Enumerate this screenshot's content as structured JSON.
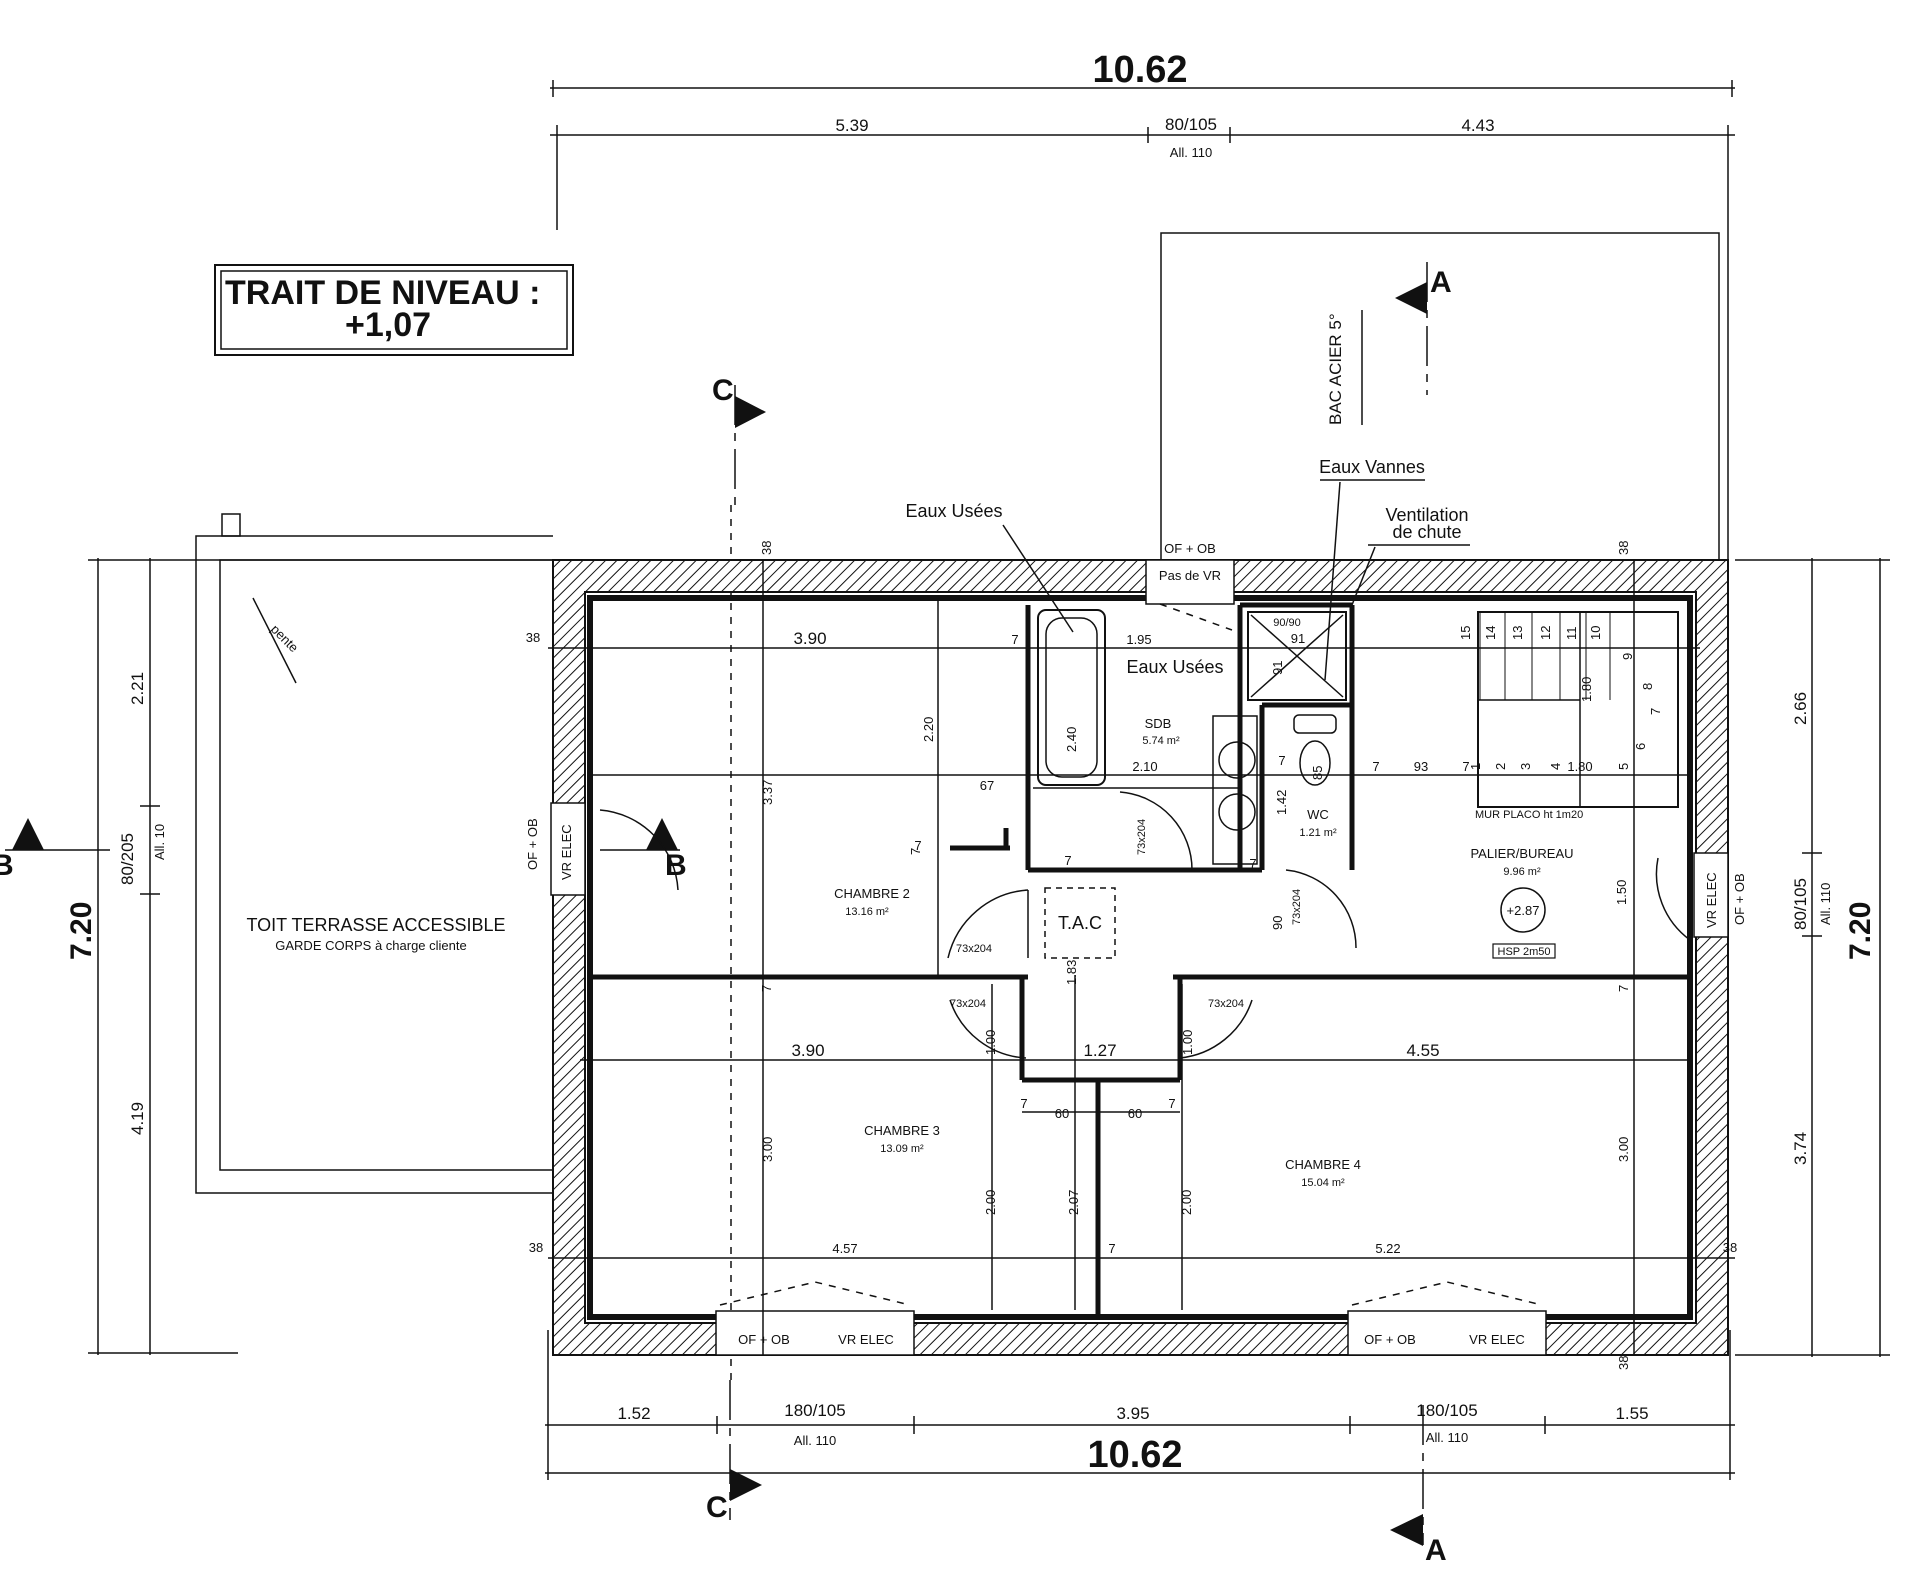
{
  "title_box": {
    "line1": "TRAIT DE NIVEAU :",
    "line2": "+1,07"
  },
  "overall": {
    "top": "10.62",
    "bottom": "10.62",
    "left": "7.20",
    "right": "7.20"
  },
  "top_dims": {
    "left": "5.39",
    "window": "80/105",
    "window_sub": "All. 110",
    "right": "4.43"
  },
  "bottom_dims": {
    "a": "1.52",
    "w1": "180/105",
    "w1_sub": "All. 110",
    "b": "3.95",
    "w2": "180/105",
    "w2_sub": "All. 110",
    "c": "1.55"
  },
  "left_dims": {
    "a": "2.21",
    "w": "80/205",
    "w_sub": "All. 10",
    "b": "4.19"
  },
  "right_dims": {
    "a": "2.66",
    "w": "80/105",
    "w_sub": "All. 110",
    "b": "3.74"
  },
  "roof": {
    "label": "BAC ACIER 5°"
  },
  "terrace": {
    "label": "TOIT TERRASSE ACCESSIBLE",
    "sub": "GARDE CORPS à charge cliente",
    "slope": "pente"
  },
  "sections": {
    "a_top": "A",
    "a_bottom": "A",
    "b_left": "B",
    "b_right": "B",
    "c_top": "C",
    "c_bottom": "C"
  },
  "annotations": {
    "eaux_usees_1": "Eaux Usées",
    "eaux_usees_2": "Eaux Usées",
    "eaux_vannes": "Eaux Vannes",
    "ventilation_1": "Ventilation",
    "ventilation_2": "de chute",
    "of_ob_top": "OF + OB",
    "pas_de_vr": "Pas de VR",
    "tac": "T.A.C",
    "mur_placo": "MUR PLACO ht 1m20",
    "hsp": "HSP 2m50",
    "level": "+2.87"
  },
  "windows": {
    "left_of": "OF + OB",
    "left_vr": "VR ELEC",
    "right_of": "OF + OB",
    "right_vr": "VR ELEC",
    "b1_of": "OF + OB",
    "b1_vr": "VR ELEC",
    "b2_of": "OF + OB",
    "b2_vr": "VR ELEC"
  },
  "rooms": {
    "chambre2": {
      "name": "CHAMBRE 2",
      "area": "13.16 m²"
    },
    "chambre3": {
      "name": "CHAMBRE 3",
      "area": "13.09 m²"
    },
    "chambre4": {
      "name": "CHAMBRE 4",
      "area": "15.04 m²"
    },
    "sdb": {
      "name": "SDB",
      "area": "5.74 m²"
    },
    "wc": {
      "name": "WC",
      "area": "1.21 m²"
    },
    "palier": {
      "name": "PALIER/BUREAU",
      "area": "9.96 m²"
    }
  },
  "inner_dims": {
    "w38_tl": "38",
    "w38_ml": "38",
    "w38_mr": "38",
    "w38_top_a": "38",
    "w38_top_b": "38",
    "w38_br": "38",
    "ch2_w": "3.90",
    "bath_gap": "7",
    "sdb_w": "1.95",
    "ch2_h": "3.37",
    "ch2_closet": "2.20",
    "d67": "67",
    "d7a": "7",
    "bath_len": "2.40",
    "sdb_len": "2.10",
    "sdb_7": "7",
    "shower_a": "90/90",
    "shower_b": "91",
    "shower_c": "91",
    "wc_85": "85",
    "wc_142": "1.42",
    "wc_7": "7",
    "d7b": "7",
    "d93": "93",
    "d7c": "7",
    "stair_w": "1.80",
    "stair_h": "1.80",
    "pal_150": "1.50",
    "door_a": "73x204",
    "door_b": "73x204",
    "door_c": "73x204",
    "door_d": "73x204",
    "door_e": "73x204",
    "d90": "90",
    "corr_183": "1.83",
    "d7d": "7",
    "d7e": "7",
    "ch3_w": "3.90",
    "corr_127": "1.27",
    "ch4_w": "4.55",
    "d100a": "1.00",
    "d100b": "1.00",
    "d7f": "7",
    "d60a": "60",
    "d60b": "60",
    "d7g": "7",
    "ch3_h": "3.00",
    "ch4_h": "3.00",
    "cl_a": "2.00",
    "cl_b": "2.07",
    "cl_c": "2.00",
    "bot_457": "4.57",
    "bot_7": "7",
    "bot_522": "5.22",
    "d7h": "7",
    "d7i": "7"
  },
  "stairs": [
    "15",
    "14",
    "13",
    "12",
    "11",
    "10",
    "9",
    "8",
    "7",
    "6",
    "5",
    "4",
    "3",
    "2",
    "1"
  ]
}
